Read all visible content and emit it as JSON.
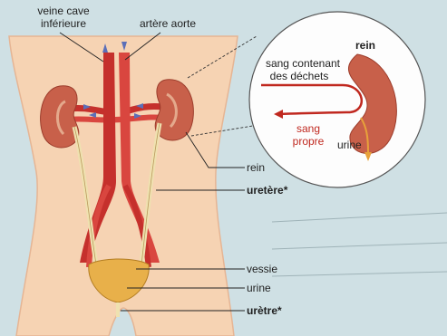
{
  "colors": {
    "background": "#cfe0e4",
    "skin": "#f6d3b3",
    "skin_edge": "#e6b594",
    "vein": "#c5302c",
    "artery": "#d9463f",
    "kidney": "#c8604a",
    "kidney_light": "#e4a98c",
    "ureter": "#efe1b0",
    "bladder": "#e8b04a",
    "urine_arrow": "#e8a13a",
    "flow_arrow": "#5b6fb8",
    "leader": "#222222",
    "inset_red_text": "#c0281f"
  },
  "labels": {
    "veine_cave": [
      "veine cave",
      "inférieure"
    ],
    "artere_aorte": "artère aorte",
    "rein": "rein",
    "uretere": "uretère*",
    "vessie": "vessie",
    "urine": "urine",
    "uretre": "urètre*"
  },
  "inset": {
    "rein": "rein",
    "sang_contenant": [
      "sang contenant",
      "des déchets"
    ],
    "sang_propre": [
      "sang",
      "propre"
    ],
    "urine": "urine"
  }
}
